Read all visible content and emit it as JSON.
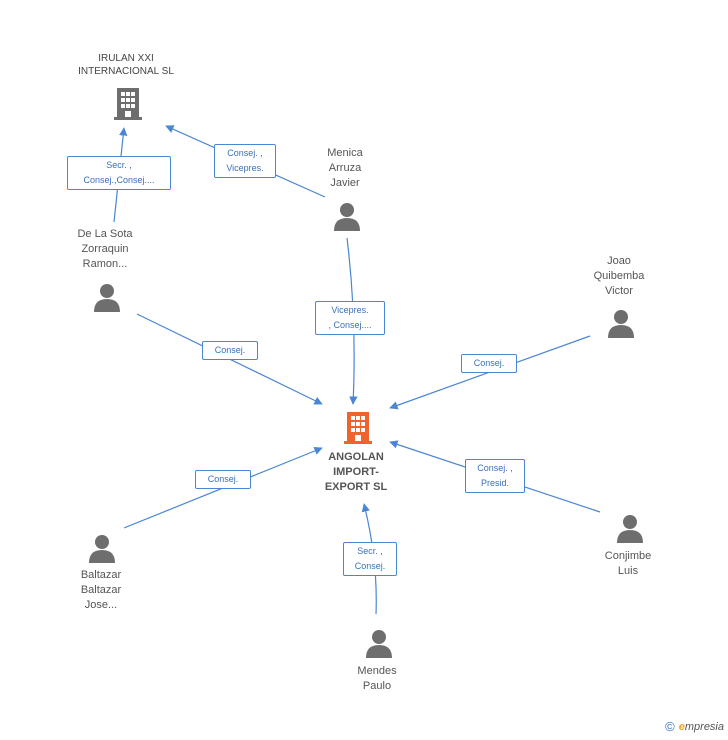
{
  "nodes": {
    "center": {
      "name": "ANGOLAN\nIMPORT-\nEXPORT SL",
      "type": "company",
      "color": "#f0622e"
    },
    "irulan": {
      "name": "IRULAN XXI\nINTERNACIONAL SL",
      "type": "company",
      "color": "#6e6e6e"
    },
    "menica": {
      "name": "Menica\nArruza\nJavier",
      "type": "person"
    },
    "delasota": {
      "name": "De La Sota\nZorraquin\nRamon...",
      "type": "person"
    },
    "joao": {
      "name": "Joao\nQuibemba\nVictor",
      "type": "person"
    },
    "conjimbe": {
      "name": "Conjimbe\nLuis",
      "type": "person"
    },
    "baltazar": {
      "name": "Baltazar\nBaltazar\nJose...",
      "type": "person"
    },
    "mendes": {
      "name": "Mendes\nPaulo",
      "type": "person"
    }
  },
  "edges": {
    "delasota_irulan": "Secr. ,\nConsej.,Consej....",
    "menica_irulan": "Consej. ,\nVicepres.",
    "menica_center": "Vicepres.\n, Consej....",
    "delasota_center": "Consej.",
    "joao_center": "Consej.",
    "conjimbe_center": "Consej. ,\nPresid.",
    "baltazar_center": "Consej.",
    "mendes_center": "Secr. ,\nConsej."
  },
  "footer": {
    "copyright": "©",
    "brand_initial": "e",
    "brand_rest": "mpresia"
  },
  "colors": {
    "edge": "#4a86d4",
    "person_icon": "#6e6e6e",
    "company_icon": "#6e6e6e",
    "center_icon": "#f0622e"
  }
}
